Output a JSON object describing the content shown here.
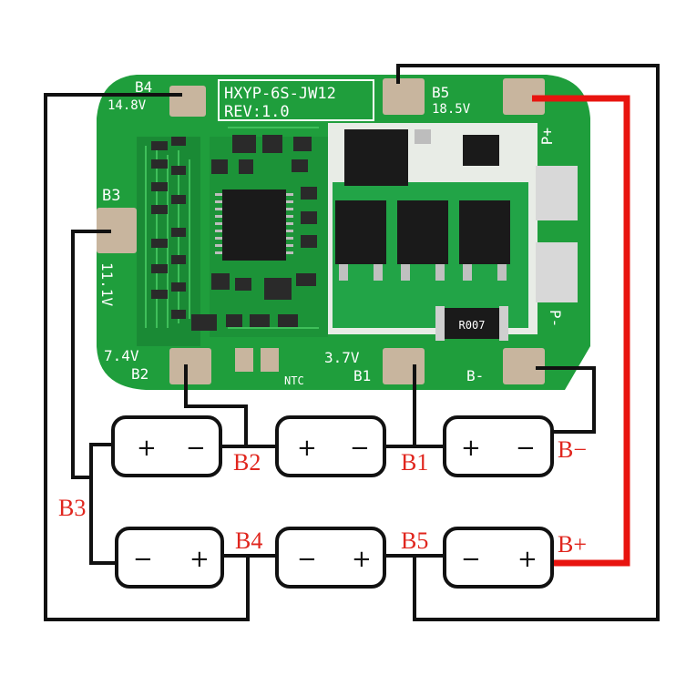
{
  "board": {
    "model_label": "HXYP-6S-JW12",
    "revision_label": "REV:1.0",
    "ntc_label": "NTC",
    "resistor_code": "R007",
    "pads": {
      "b4": {
        "name": "B4",
        "voltage": "14.8V"
      },
      "b5": {
        "name": "B5",
        "voltage": "18.5V"
      },
      "b3": {
        "name": "B3",
        "voltage": "11.1V"
      },
      "b2": {
        "name": "B2",
        "voltage": "7.4V"
      },
      "b1": {
        "name": "B1",
        "voltage": "3.7V"
      },
      "b_minus": {
        "name": "B-"
      },
      "p_plus": {
        "name": "P+"
      },
      "p_minus": {
        "name": "P-"
      }
    }
  },
  "cells": {
    "plus_sign": "+",
    "minus_sign": "−"
  },
  "wiring_labels": {
    "b2": "B2",
    "b1": "B1",
    "b_minus": "B−",
    "b3": "B3",
    "b4": "B4",
    "b5": "B5",
    "b_plus": "B+"
  },
  "colors": {
    "pcb_green": "#1f9e3c",
    "pad_color": "#c8b59e",
    "wire_black": "#111111",
    "wire_red": "#e8140f",
    "label_red": "#e0261e"
  }
}
